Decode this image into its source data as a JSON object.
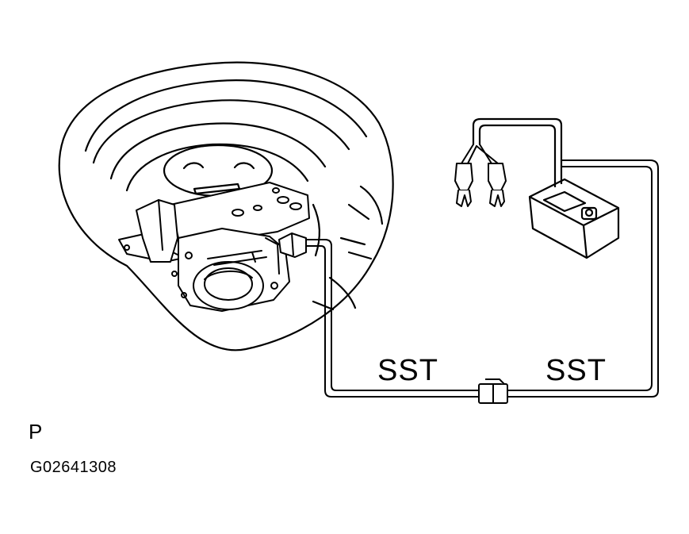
{
  "diagram": {
    "labels": {
      "sst_left": "SST",
      "sst_right": "SST",
      "view": "P",
      "figure_code": "G02641308"
    },
    "colors": {
      "line": "#000000",
      "background": "#ffffff"
    },
    "icons": {
      "spare_tire": "spare-tire-icon",
      "carrier_mechanism": "spare-tire-carrier-icon",
      "battery_box": "battery-box-icon",
      "alligator_clips": "alligator-clip-icon",
      "connector": "connector-icon"
    }
  }
}
